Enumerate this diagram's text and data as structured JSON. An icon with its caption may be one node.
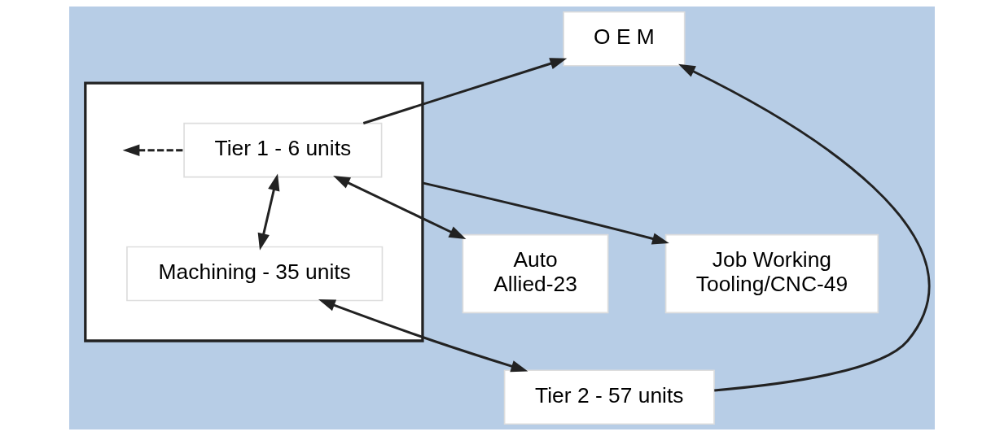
{
  "diagram": {
    "nodes": [
      {
        "text": [
          "O E M"
        ]
      },
      {
        "text": [],
        "shape": "box"
      },
      {
        "text": [
          "Tier 1 - 6 units"
        ],
        "in": 1
      },
      {
        "text": [
          "Machining - 35 units"
        ],
        "in": 1
      },
      {
        "text": [
          "Auto",
          "Allied-23"
        ]
      },
      {
        "text": [
          "Job Working",
          "Tooling/CNC-49"
        ]
      },
      {
        "text": [
          "Tier 2 - 57 units"
        ]
      }
    ],
    "edges": [
      {
        "from": 2,
        "to": 0,
        "arrow": "to"
      },
      {
        "from": 2,
        "to": null,
        "arrow": "to",
        "style": "dashed"
      },
      {
        "from": 2,
        "to": 4,
        "arrow": "both"
      },
      {
        "from": 2,
        "to": 3,
        "arrow": "both"
      },
      {
        "from": 1,
        "to": 5,
        "arrow": "to"
      },
      {
        "from": 3,
        "to": 6,
        "arrow": "both"
      },
      {
        "from": 6,
        "to": 0,
        "arrow": "to"
      }
    ]
  }
}
